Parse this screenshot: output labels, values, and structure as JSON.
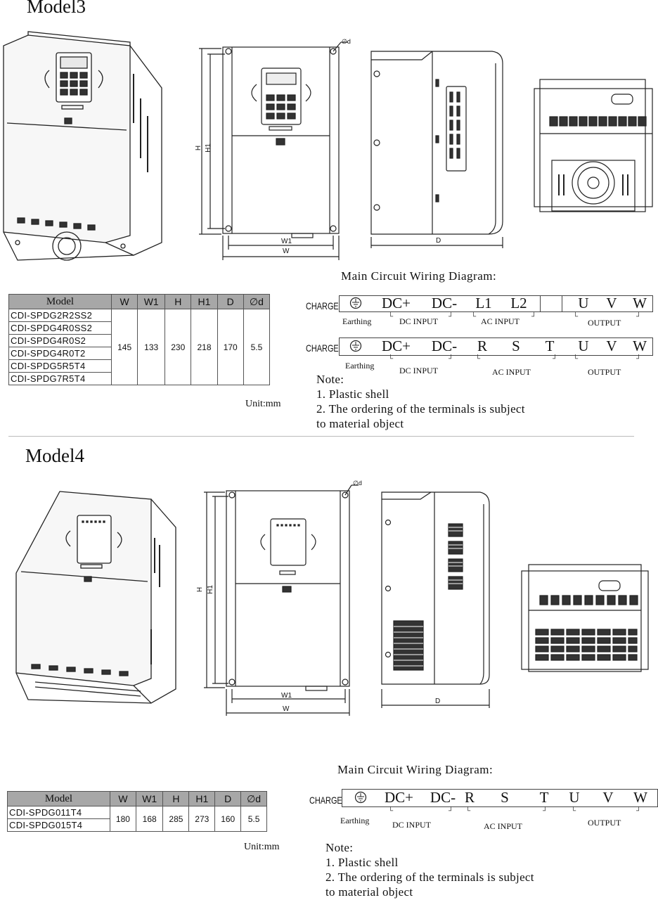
{
  "models": [
    {
      "title": "Model3",
      "table": {
        "headers": [
          "Model",
          "W",
          "W1",
          "H",
          "H1",
          "D",
          "∅d"
        ],
        "models": [
          "CDI-SPDG2R2SS2",
          "CDI-SPDG4R0SS2",
          "CDI-SPDG4R0S2",
          "CDI-SPDG4R0T2",
          "CDI-SPDG5R5T4",
          "CDI-SPDG7R5T4"
        ],
        "values": [
          "145",
          "133",
          "230",
          "218",
          "170",
          "5.5"
        ]
      },
      "unit": "Unit:mm",
      "wiring": {
        "title": "Main Circuit Wiring Diagram:",
        "row1": {
          "charge": "CHARGE",
          "terminals": [
            "DC+",
            "DC-",
            "L1",
            "L2",
            "U",
            "V",
            "W"
          ],
          "labels": {
            "earthing": "Earthing",
            "dc": "DC INPUT",
            "ac": "AC INPUT",
            "out": "OUTPUT"
          }
        },
        "row2": {
          "charge": "CHARGE",
          "terminals": [
            "DC+",
            "DC-",
            "R",
            "S",
            "T",
            "U",
            "V",
            "W"
          ],
          "labels": {
            "earthing": "Earthing",
            "dc": "DC INPUT",
            "ac": "AC INPUT",
            "out": "OUTPUT"
          }
        }
      },
      "notes": {
        "title": "Note:",
        "line1": "1. Plastic shell",
        "line2": "2. The ordering of the terminals is subject",
        "line3": "to material object"
      },
      "dim_labels": {
        "h": "H",
        "h1": "H1",
        "w1": "W1",
        "w": "W",
        "d": "D",
        "phi": "∅d"
      }
    },
    {
      "title": "Model4",
      "table": {
        "headers": [
          "Model",
          "W",
          "W1",
          "H",
          "H1",
          "D",
          "∅d"
        ],
        "models": [
          "CDI-SPDG011T4",
          "CDI-SPDG015T4"
        ],
        "values": [
          "180",
          "168",
          "285",
          "273",
          "160",
          "5.5"
        ]
      },
      "unit": "Unit:mm",
      "wiring": {
        "title": "Main Circuit Wiring Diagram:",
        "row1": {
          "charge": "CHARGE",
          "terminals": [
            "DC+",
            "DC-",
            "R",
            "S",
            "T",
            "U",
            "V",
            "W"
          ],
          "labels": {
            "earthing": "Earthing",
            "dc": "DC INPUT",
            "ac": "AC INPUT",
            "out": "OUTPUT"
          }
        }
      },
      "notes": {
        "title": "Note:",
        "line1": "1. Plastic shell",
        "line2": "2. The ordering of the terminals is subject",
        "line3": "to material object"
      },
      "dim_labels": {
        "h": "H",
        "h1": "H1",
        "w1": "W1",
        "w": "W",
        "d": "D",
        "phi": "∅d"
      }
    }
  ]
}
